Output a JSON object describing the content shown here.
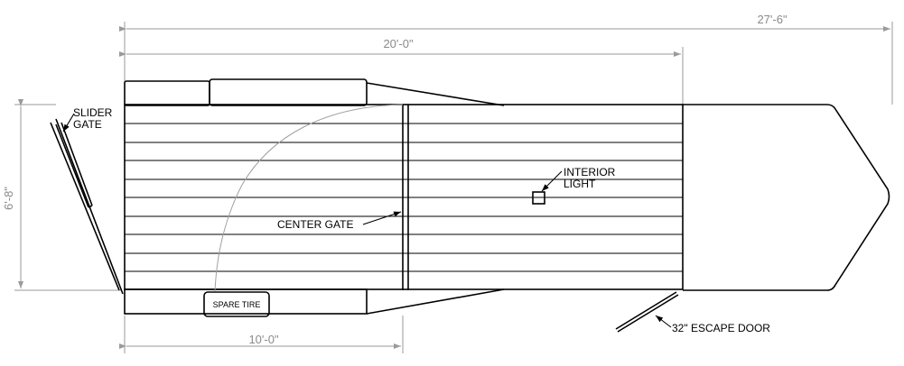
{
  "dimensions": {
    "overall_length": "27'-6\"",
    "box_length": "20'-0\"",
    "half_length": "10'-0\"",
    "width": "6'-8\""
  },
  "callouts": {
    "slider_gate_line1": "SLIDER",
    "slider_gate_line2": "GATE",
    "center_gate": "CENTER GATE",
    "interior_light_line1": "INTERIOR",
    "interior_light_line2": "LIGHT",
    "escape_door": "32\" ESCAPE DOOR",
    "spare_tire": "SPARE TIRE"
  },
  "floor_boards": 10
}
